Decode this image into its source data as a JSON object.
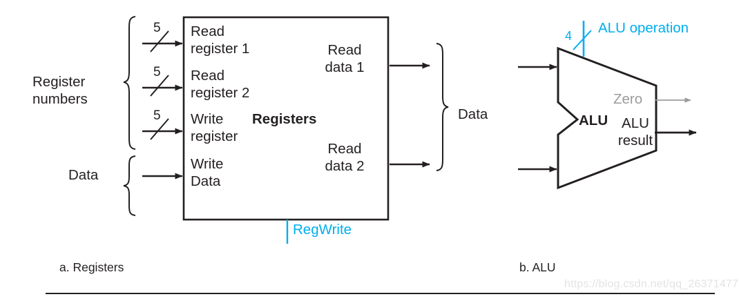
{
  "figure": {
    "title_a": "a. Registers",
    "title_b": "b. ALU",
    "watermark": "https://blog.csdn.net/qq_26371477",
    "colors": {
      "ink": "#231f20",
      "control_cyan": "#00AEEF",
      "zero_gray": "#9b9b9b",
      "watermark_gray": "#e3e3e3",
      "background": "#ffffff"
    }
  },
  "registers": {
    "block_label": "Registers",
    "control_signal": "RegWrite",
    "group_labels": {
      "inputs_top": "Register\nnumbers",
      "inputs_bottom": "Data",
      "outputs": "Data"
    },
    "group_label_lines": {
      "register_numbers_line1": "Register",
      "register_numbers_line2": "numbers",
      "data_in": "Data",
      "data_out": "Data"
    },
    "inputs": [
      {
        "label_line1": "Read",
        "label_line2": "register 1",
        "bus_width": "5"
      },
      {
        "label_line1": "Read",
        "label_line2": "register 2",
        "bus_width": "5"
      },
      {
        "label_line1": "Write",
        "label_line2": "register",
        "bus_width": "5"
      },
      {
        "label_line1": "Write",
        "label_line2": "Data",
        "bus_width": ""
      }
    ],
    "outputs": [
      {
        "label_line1": "Read",
        "label_line2": "data 1"
      },
      {
        "label_line1": "Read",
        "label_line2": "data 2"
      }
    ]
  },
  "alu": {
    "block_label": "ALU",
    "control_signal": "ALU operation",
    "control_bus_width": "4",
    "outputs": [
      {
        "label": "Zero",
        "style": "gray"
      },
      {
        "label_line1": "ALU",
        "label_line2": "result",
        "style": "ink"
      }
    ]
  }
}
